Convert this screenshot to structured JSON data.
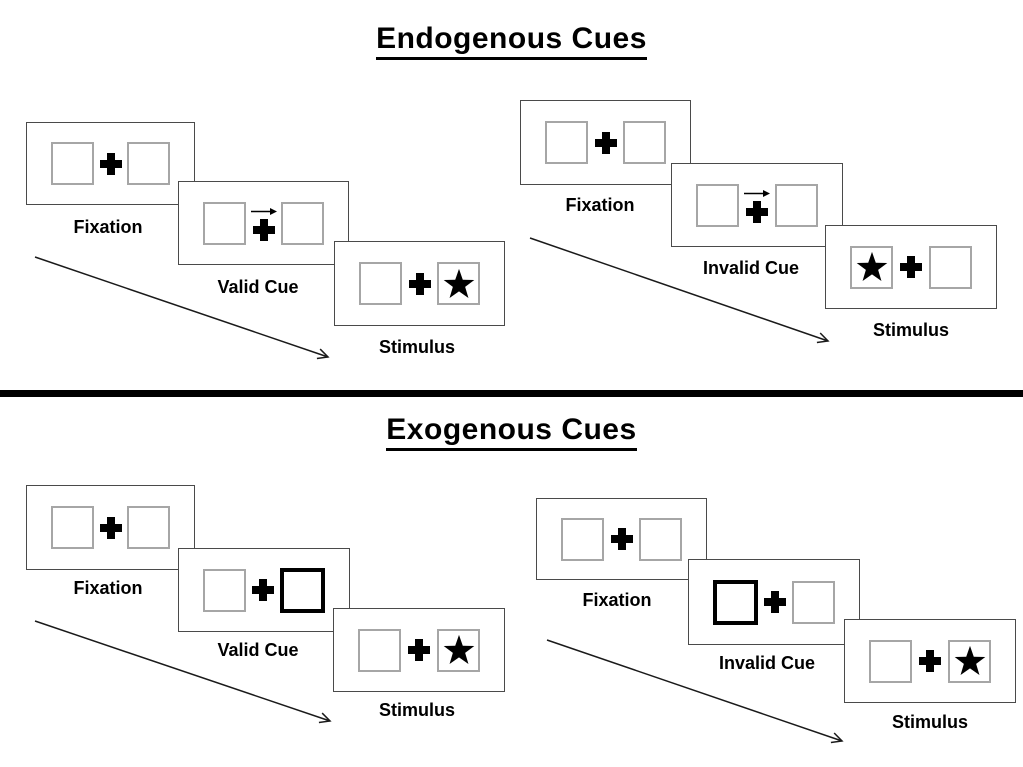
{
  "diagram": {
    "colors": {
      "background": "#ffffff",
      "panel_border": "#4a4a4a",
      "box_border": "#a6a6a6",
      "ink": "#000000"
    },
    "sections": [
      {
        "title": "Endogenous Cues",
        "sequences": [
          {
            "name": "valid-trial",
            "steps": [
              {
                "label": "Fixation",
                "left_box": "empty",
                "right_box": "empty",
                "center": "cross"
              },
              {
                "label": "Valid Cue",
                "left_box": "empty",
                "right_box": "empty",
                "center": "cross-with-right-arrow"
              },
              {
                "label": "Stimulus",
                "left_box": "empty",
                "right_box": "star",
                "center": "cross"
              }
            ]
          },
          {
            "name": "invalid-trial",
            "steps": [
              {
                "label": "Fixation",
                "left_box": "empty",
                "right_box": "empty",
                "center": "cross"
              },
              {
                "label": "Invalid Cue",
                "left_box": "empty",
                "right_box": "empty",
                "center": "cross-with-right-arrow"
              },
              {
                "label": "Stimulus",
                "left_box": "star",
                "right_box": "empty",
                "center": "cross"
              }
            ]
          }
        ]
      },
      {
        "title": "Exogenous Cues",
        "sequences": [
          {
            "name": "valid-trial",
            "steps": [
              {
                "label": "Fixation",
                "left_box": "empty",
                "right_box": "empty",
                "center": "cross"
              },
              {
                "label": "Valid Cue",
                "left_box": "empty",
                "right_box": "highlighted",
                "center": "cross"
              },
              {
                "label": "Stimulus",
                "left_box": "empty",
                "right_box": "star",
                "center": "cross"
              }
            ]
          },
          {
            "name": "invalid-trial",
            "steps": [
              {
                "label": "Fixation",
                "left_box": "empty",
                "right_box": "empty",
                "center": "cross"
              },
              {
                "label": "Invalid Cue",
                "left_box": "highlighted",
                "right_box": "empty",
                "center": "cross"
              },
              {
                "label": "Stimulus",
                "left_box": "empty",
                "right_box": "star",
                "center": "cross"
              }
            ]
          }
        ]
      }
    ]
  }
}
